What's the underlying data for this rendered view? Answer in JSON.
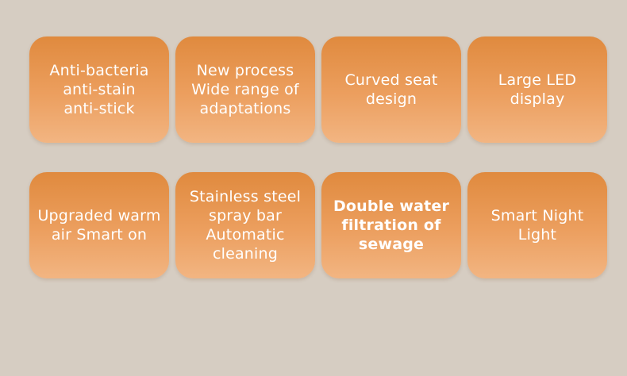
{
  "features": [
    {
      "text": "Anti-bacteria\nanti-stain\nanti-stick",
      "bold": false
    },
    {
      "text": "New process\nWide range of\nadaptations",
      "bold": false
    },
    {
      "text": "Curved seat\ndesign",
      "bold": false
    },
    {
      "text": "Large LED\ndisplay",
      "bold": false
    },
    {
      "text": "Upgraded warm\nair Smart on",
      "bold": false
    },
    {
      "text": "Stainless steel\nspray bar\nAutomatic\ncleaning",
      "bold": false
    },
    {
      "text": "Double water\nfiltration of\nsewage",
      "bold": true
    },
    {
      "text": "Smart Night\nLight",
      "bold": false
    }
  ],
  "colors": {
    "background": "#d6cdc2",
    "tile_top": "#e08a3e",
    "tile_bottom": "#f2b582",
    "text": "#ffffff"
  }
}
